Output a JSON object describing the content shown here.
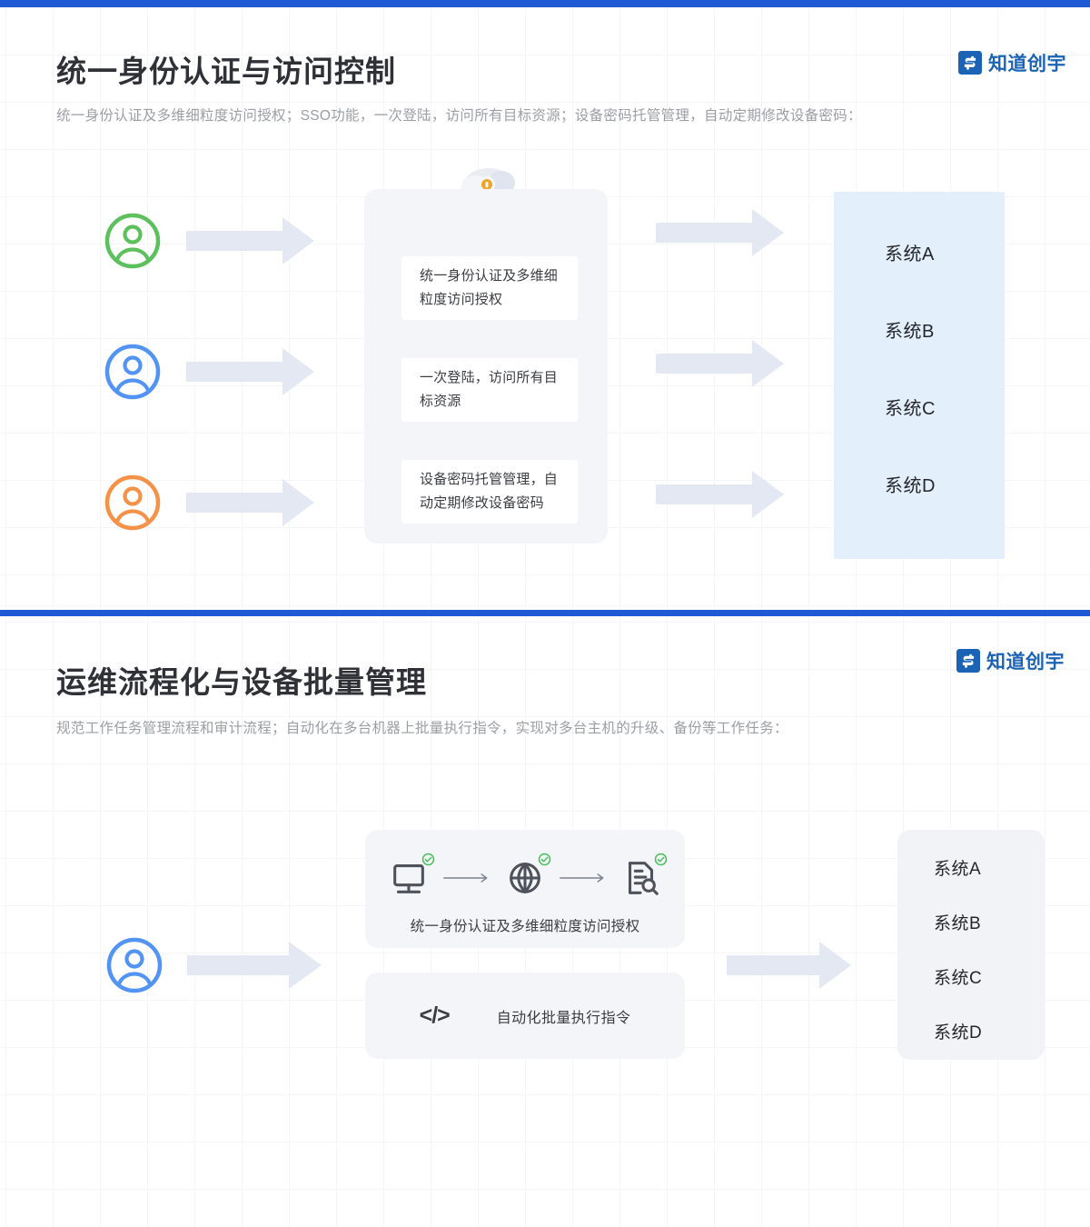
{
  "theme": {
    "accent_blue": "#1f5ad4",
    "brand_blue": "#1b63b4",
    "panel_gray": "#f4f5f8",
    "panel_blue": "#e4effc",
    "arrow_fill": "#e3e8f2",
    "text_dark": "#2f3136",
    "text_muted": "#9b9ea3",
    "avatar_green": "#5cc15c",
    "avatar_blue": "#5294f5",
    "avatar_orange": "#f59248",
    "check_green": "#49bd5f",
    "lock_orange": "#f0a52a"
  },
  "brand": {
    "name": "知道创宇",
    "mark_icon": "s-logo-icon"
  },
  "sections": [
    {
      "id": "identity-access",
      "title": "统一身份认证与访问控制",
      "subtitle": "统一身份认证及多维细粒度访问授权；SSO功能，一次登陆，访问所有目标资源；设备密码托管管理，自动定期修改设备密码：",
      "users": [
        {
          "icon": "user-avatar-icon",
          "color": "#5cc15c"
        },
        {
          "icon": "user-avatar-icon",
          "color": "#5294f5"
        },
        {
          "icon": "user-avatar-icon",
          "color": "#f59248"
        }
      ],
      "illustration": "server-cloud-lock-icon",
      "cards": [
        {
          "text": "统一身份认证及多维细粒度访问授权"
        },
        {
          "text": "一次登陆，访问所有目标资源"
        },
        {
          "text": "设备密码托管管理，自动定期修改设备密码"
        }
      ],
      "systems": [
        "系统A",
        "系统B",
        "系统C",
        "系统D"
      ]
    },
    {
      "id": "ops-batch",
      "title": "运维流程化与设备批量管理",
      "subtitle": "规范工作任务管理流程和审计流程；自动化在多台机器上批量执行指令，实现对多台主机的升级、备份等工作任务：",
      "users": [
        {
          "icon": "user-avatar-icon",
          "color": "#5294f5"
        }
      ],
      "flow_card": {
        "icons": [
          {
            "name": "monitor-icon",
            "badge": "check-circle-icon"
          },
          {
            "name": "globe-icon",
            "badge": "check-circle-icon"
          },
          {
            "name": "document-search-icon",
            "badge": "check-circle-icon"
          }
        ],
        "label": "统一身份认证及多维细粒度访问授权"
      },
      "code_card": {
        "icon": "code-brackets-icon",
        "icon_glyph": "</>",
        "label": "自动化批量执行指令"
      },
      "systems": [
        "系统A",
        "系统B",
        "系统C",
        "系统D"
      ]
    }
  ]
}
